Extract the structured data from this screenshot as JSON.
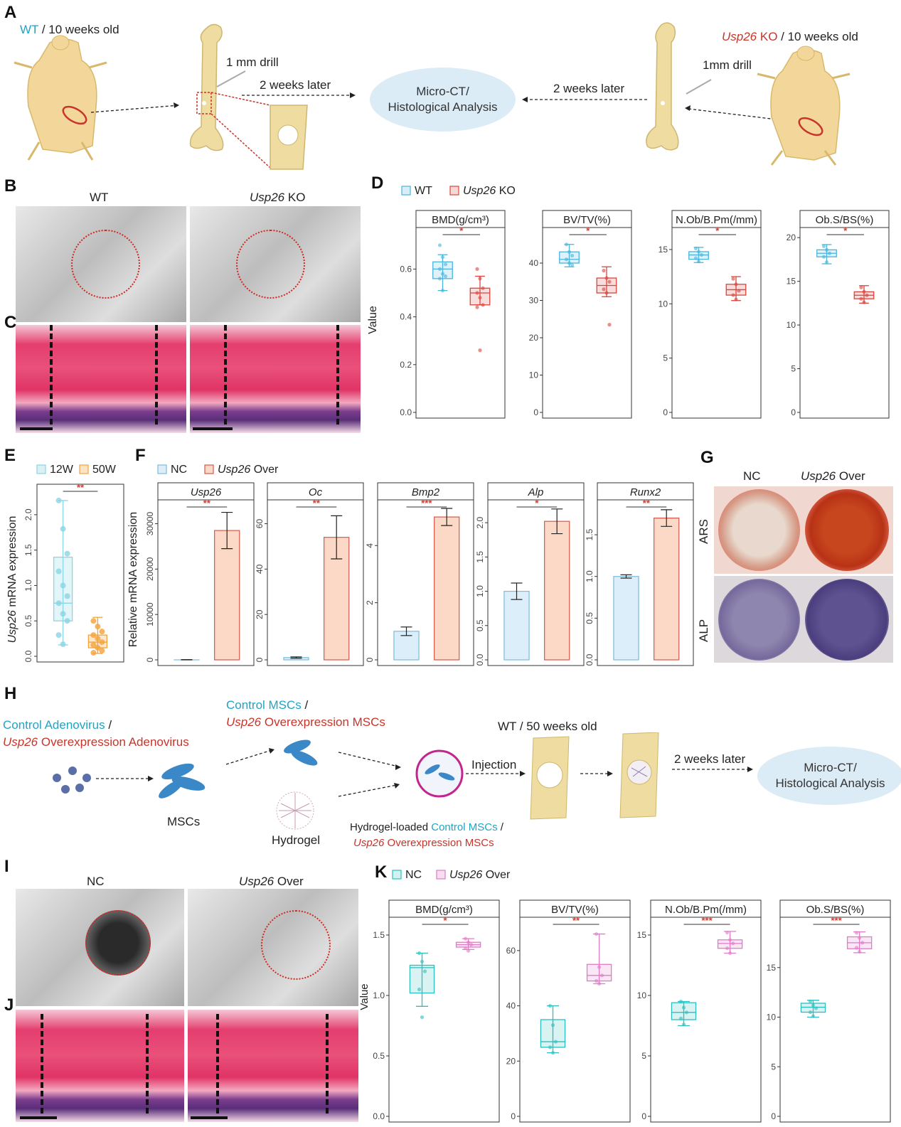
{
  "colors": {
    "wt": "#4bb4db",
    "ko": "#d9453d",
    "w12": "#8ad6e4",
    "w50": "#f4a23c",
    "nc_fill": "#dceefa",
    "nc_stroke": "#7bbcd8",
    "over_fill": "#fcd9c6",
    "over_stroke": "#d8574a",
    "nc2": "#2bbfbf",
    "over2": "#e07cc6",
    "sig": "#d23a2f"
  },
  "panelA": {
    "label": "A",
    "wt_label": "WT",
    "wt_age": " / 10 weeks old",
    "ko_gene": "Usp26",
    "ko_label": " KO",
    "ko_age": " / 10 weeks old",
    "drill_left": "1 mm drill",
    "drill_right": "1mm drill",
    "later_left": "2 weeks later",
    "later_right": "2 weeks later",
    "analysis_1": "Micro-CT/",
    "analysis_2": "Histological Analysis"
  },
  "panelB": {
    "label": "B",
    "left": "WT",
    "right_gene": "Usp26",
    "right_suffix": " KO"
  },
  "panelC": {
    "label": "C"
  },
  "panelD": {
    "label": "D",
    "legend_wt": "WT",
    "legend_ko_gene": "Usp26",
    "legend_ko_suffix": " KO"
  },
  "panelE": {
    "label": "E",
    "legend_a": "12W",
    "legend_b": "50W"
  },
  "panelF": {
    "label": "F",
    "legend_nc": "NC",
    "legend_over_gene": "Usp26",
    "legend_over_suffix": " Over"
  },
  "panelG": {
    "label": "G",
    "col_nc": "NC",
    "col_over_gene": "Usp26",
    "col_over_suffix": " Over",
    "row_ars": "ARS",
    "row_alp": "ALP"
  },
  "panelH": {
    "label": "H",
    "adeno_control": "Control  Adenovirus",
    "adeno_slash": " /",
    "adeno_gene": "Usp26",
    "adeno_over": " Overexpression Adenovirus",
    "msc_control": "Control  MSCs",
    "msc_slash": " /",
    "msc_gene": "Usp26",
    "msc_over": " Overexpression MSCs",
    "mscs": "MSCs",
    "hydrogel": "Hydrogel",
    "loaded_prefix": "Hydrogel-loaded ",
    "loaded_control": "Control MSCs",
    "loaded_slash": " /",
    "loaded_gene": "Usp26",
    "loaded_over": " Overexpression MSCs",
    "injection": "Injection",
    "wt50": "WT / 50 weeks old",
    "later": "2 weeks later",
    "analysis_1": "Micro-CT/",
    "analysis_2": "Histological Analysis"
  },
  "panelI": {
    "label": "I",
    "left": "NC",
    "right_gene": "Usp26",
    "right_suffix": "  Over"
  },
  "panelJ": {
    "label": "J"
  },
  "panelK": {
    "label": "K",
    "legend_nc": "NC",
    "legend_over_gene": "Usp26",
    "legend_over_suffix": " Over"
  },
  "chart_data": [
    {
      "id": "D",
      "type": "box",
      "ylabel": "Value",
      "series": [
        "WT",
        "Usp26 KO"
      ],
      "facets": [
        {
          "title": "BMD(g/cm³)",
          "ylim": [
            0,
            0.75
          ],
          "yticks": [
            "0.0",
            "0.2",
            "0.4",
            "0.6"
          ],
          "sig": "*",
          "boxes": [
            {
              "min": 0.51,
              "q1": 0.56,
              "med": 0.6,
              "q3": 0.63,
              "max": 0.66
            },
            {
              "min": 0.45,
              "q1": 0.45,
              "med": 0.5,
              "q3": 0.52,
              "max": 0.57
            }
          ],
          "points": [
            [
              0.7,
              0.65,
              0.62,
              0.6,
              0.58,
              0.57,
              0.56,
              0.51
            ],
            [
              0.6,
              0.56,
              0.52,
              0.5,
              0.48,
              0.45,
              0.44,
              0.26
            ]
          ]
        },
        {
          "title": "BV/TV(%)",
          "ylim": [
            0,
            48
          ],
          "yticks": [
            "0",
            "10",
            "20",
            "30",
            "40"
          ],
          "sig": "*",
          "boxes": [
            {
              "min": 39,
              "q1": 40,
              "med": 41,
              "q3": 43,
              "max": 45
            },
            {
              "min": 31,
              "q1": 32,
              "med": 34,
              "q3": 36,
              "max": 39
            }
          ],
          "points": [
            [
              45,
              43,
              42,
              41,
              40,
              39.5
            ],
            [
              38,
              36,
              35,
              33,
              32,
              23.5
            ]
          ]
        },
        {
          "title": "N.Ob/B.Pm(/mm)",
          "ylim": [
            0,
            16.5
          ],
          "yticks": [
            "0",
            "5",
            "10",
            "15"
          ],
          "sig": "*",
          "boxes": [
            {
              "min": 13.8,
              "q1": 14.1,
              "med": 14.5,
              "q3": 14.8,
              "max": 15.2
            },
            {
              "min": 10.3,
              "q1": 10.8,
              "med": 11.3,
              "q3": 11.8,
              "max": 12.5
            }
          ],
          "points": [
            [
              15.1,
              14.8,
              14.5,
              14.2,
              13.9
            ],
            [
              12.3,
              11.8,
              11.2,
              10.8,
              10.4
            ]
          ]
        },
        {
          "title": "Ob.S/BS(%)",
          "ylim": [
            0,
            20.5
          ],
          "yticks": [
            "0",
            "5",
            "10",
            "15",
            "20"
          ],
          "sig": "*",
          "boxes": [
            {
              "min": 17,
              "q1": 17.8,
              "med": 18.2,
              "q3": 18.6,
              "max": 19.2
            },
            {
              "min": 12.5,
              "q1": 13,
              "med": 13.4,
              "q3": 13.8,
              "max": 14.5
            }
          ],
          "points": [
            [
              19,
              18.6,
              18.2,
              17.8,
              17.2
            ],
            [
              14.3,
              13.8,
              13.4,
              13,
              12.6
            ]
          ]
        }
      ]
    },
    {
      "id": "E",
      "type": "box",
      "ylabel": "Usp26 mRNA expression",
      "series": [
        "12W",
        "50W"
      ],
      "ylim": [
        0,
        2.35
      ],
      "yticks": [
        "0.0",
        "0.5",
        "1.0",
        "1.5",
        "2.0"
      ],
      "sig": "**",
      "boxes": [
        {
          "min": 0.16,
          "q1": 0.5,
          "med": 0.75,
          "q3": 1.4,
          "max": 2.2
        },
        {
          "min": 0.04,
          "q1": 0.12,
          "med": 0.2,
          "q3": 0.3,
          "max": 0.55
        }
      ],
      "points": [
        [
          2.2,
          1.8,
          1.45,
          1.2,
          1.0,
          0.85,
          0.75,
          0.6,
          0.5,
          0.3,
          0.17
        ],
        [
          0.5,
          0.42,
          0.35,
          0.3,
          0.25,
          0.2,
          0.16,
          0.12,
          0.08,
          0.05
        ]
      ]
    },
    {
      "id": "F",
      "type": "bar",
      "ylabel": "Relative mRNA expression",
      "series": [
        "NC",
        "Usp26 Over"
      ],
      "facets": [
        {
          "title": "Usp26",
          "ylim": [
            0,
            34000
          ],
          "yticks": [
            "0",
            "10000",
            "20000",
            "30000"
          ],
          "values": [
            1,
            28500
          ],
          "errors": [
            50,
            4000
          ],
          "sig": "**"
        },
        {
          "title": "Oc",
          "ylim": [
            0,
            68
          ],
          "yticks": [
            "0",
            "20",
            "40",
            "60"
          ],
          "values": [
            1,
            54
          ],
          "errors": [
            0.3,
            9.5
          ],
          "sig": "**"
        },
        {
          "title": "Bmp2",
          "ylim": [
            0,
            5.4
          ],
          "yticks": [
            "0",
            "2",
            "4"
          ],
          "values": [
            1,
            5
          ],
          "errors": [
            0.15,
            0.3
          ],
          "sig": "***"
        },
        {
          "title": "Alp",
          "ylim": [
            0,
            2.25
          ],
          "yticks": [
            "0.0",
            "0.5",
            "1.0",
            "1.5",
            "2.0"
          ],
          "values": [
            1,
            2.02
          ],
          "errors": [
            0.12,
            0.18
          ],
          "sig": "*"
        },
        {
          "title": "Runx2",
          "ylim": [
            0,
            1.85
          ],
          "yticks": [
            "0.0",
            "0.5",
            "1.0",
            "1.5"
          ],
          "values": [
            1,
            1.7
          ],
          "errors": [
            0.02,
            0.1
          ],
          "sig": "**"
        }
      ]
    },
    {
      "id": "K",
      "type": "box",
      "ylabel": "Value",
      "series": [
        "NC",
        "Usp26 Over"
      ],
      "facets": [
        {
          "title": "BMD(g/cm³)",
          "ylim": [
            0,
            1.6
          ],
          "yticks": [
            "0.0",
            "0.5",
            "1.0",
            "1.5"
          ],
          "sig": "*",
          "boxes": [
            {
              "min": 0.91,
              "q1": 1.02,
              "med": 1.23,
              "q3": 1.25,
              "max": 1.35
            },
            {
              "min": 1.38,
              "q1": 1.4,
              "med": 1.42,
              "q3": 1.44,
              "max": 1.47
            }
          ],
          "points": [
            [
              1.35,
              1.28,
              1.2,
              1.05,
              0.82
            ],
            [
              1.47,
              1.44,
              1.42,
              1.39,
              1.37
            ]
          ]
        },
        {
          "title": "BV/TV(%)",
          "ylim": [
            0,
            70
          ],
          "yticks": [
            "0",
            "20",
            "40",
            "60"
          ],
          "sig": "**",
          "boxes": [
            {
              "min": 23,
              "q1": 25,
              "med": 27,
              "q3": 35,
              "max": 40
            },
            {
              "min": 48,
              "q1": 49,
              "med": 51,
              "q3": 55,
              "max": 66
            }
          ],
          "points": [
            [
              40,
              33,
              27,
              25,
              23
            ],
            [
              66,
              54,
              51,
              49,
              48
            ]
          ]
        },
        {
          "title": "N.Ob/B.Pm(/mm)",
          "ylim": [
            0,
            16
          ],
          "yticks": [
            "0",
            "5",
            "10",
            "15"
          ],
          "sig": "***",
          "boxes": [
            {
              "min": 7.5,
              "q1": 8,
              "med": 8.6,
              "q3": 9.4,
              "max": 9.5
            },
            {
              "min": 13.5,
              "q1": 13.9,
              "med": 14.3,
              "q3": 14.6,
              "max": 15.3
            }
          ],
          "points": [
            [
              9.5,
              9.0,
              8.6,
              8.1,
              7.6
            ],
            [
              15.2,
              14.6,
              14.3,
              13.9,
              13.5
            ]
          ]
        },
        {
          "title": "Ob.S/BS(%)",
          "ylim": [
            0,
            19.5
          ],
          "yticks": [
            "0",
            "5",
            "10",
            "15"
          ],
          "sig": "***",
          "boxes": [
            {
              "min": 10,
              "q1": 10.5,
              "med": 11,
              "q3": 11.4,
              "max": 11.7
            },
            {
              "min": 16.5,
              "q1": 16.9,
              "med": 17.5,
              "q3": 18.1,
              "max": 18.6
            }
          ],
          "points": [
            [
              11.6,
              11.2,
              10.9,
              10.5,
              10.1
            ],
            [
              18.5,
              18.0,
              17.5,
              17.0,
              16.6
            ]
          ]
        }
      ]
    }
  ]
}
